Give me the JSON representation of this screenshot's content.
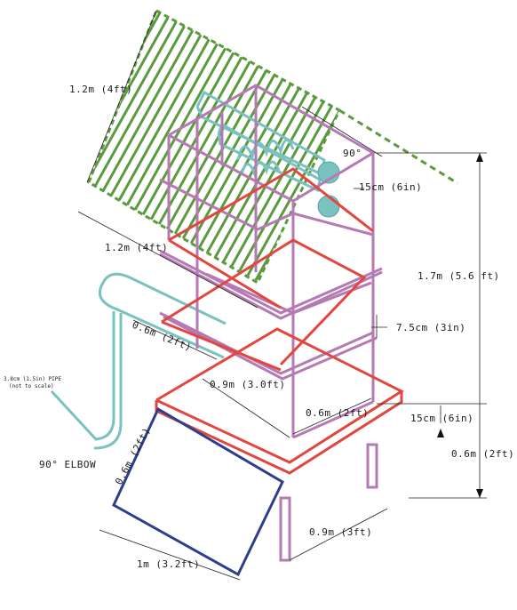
{
  "colors": {
    "panel_hatch": "#5b9a3e",
    "frame": "#b57ab3",
    "top_frame": "#e2473f",
    "pipe": "#7ac2bf",
    "tray": "#2d3f8c",
    "dimension_line": "#222222"
  },
  "labels": {
    "panel_length": "1.2m  (4ft)",
    "panel_width": "1.2m  (4ft)",
    "angle": "90°",
    "pipe_diameter": "15cm  (6in)",
    "total_height": "1.7m  (5.6  ft)",
    "rail_height": "7.5cm  (3in)",
    "pipe_run": "0.6m  (2ft)",
    "frame_length": "0.9m  (3.0ft)",
    "frame_width": "0.6m  (2ft)",
    "leg_offset": "15cm  (6in)",
    "leg_height": "0.6m  (2ft)",
    "base_depth": "0.9m  (3ft)",
    "tray_width": "0.6m  (2ft)",
    "tray_length": "1m  (3.2ft)",
    "pipe_note_line1": "3.8cm (1.5in) PIPE",
    "pipe_note_line2": "(not to scale)",
    "elbow": "90°  ELBOW"
  }
}
